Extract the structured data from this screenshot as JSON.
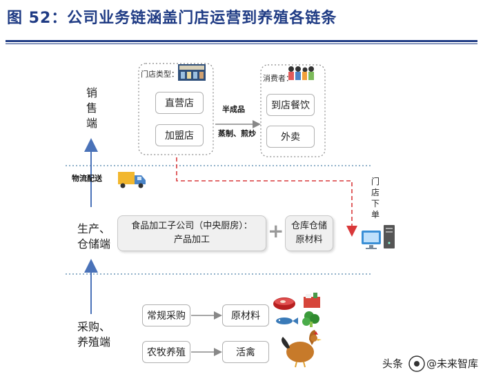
{
  "header": {
    "title": "图 52：公司业务链涵盖门店运营到养殖各链条"
  },
  "tiers": {
    "sales": "销售端",
    "production_line1": "生产、",
    "production_line2": "仓储端",
    "procurement_line1": "采购、",
    "procurement_line2": "养殖端"
  },
  "stores": {
    "label": "门店类型：",
    "direct": "直营店",
    "franchise": "加盟店"
  },
  "consumers": {
    "label": "消费者：",
    "dine_in": "到店餐饮",
    "takeout": "外卖"
  },
  "flow": {
    "semi_finished": "半成品",
    "cooking": "蒸制、煎炒",
    "logistics": "物流配送",
    "store_order": "门店下单"
  },
  "production": {
    "kitchen_line1": "食品加工子公司（中央厨房）：",
    "kitchen_line2": "产品加工",
    "plus": "+",
    "warehouse_line1": "仓库仓储",
    "warehouse_line2": "原材料"
  },
  "procurement": {
    "regular": "常规采购",
    "raw": "原材料",
    "farming": "农牧养殖",
    "poultry": "活禽"
  },
  "watermark": {
    "prefix": "头条",
    "handle": "@未来智库"
  }
}
